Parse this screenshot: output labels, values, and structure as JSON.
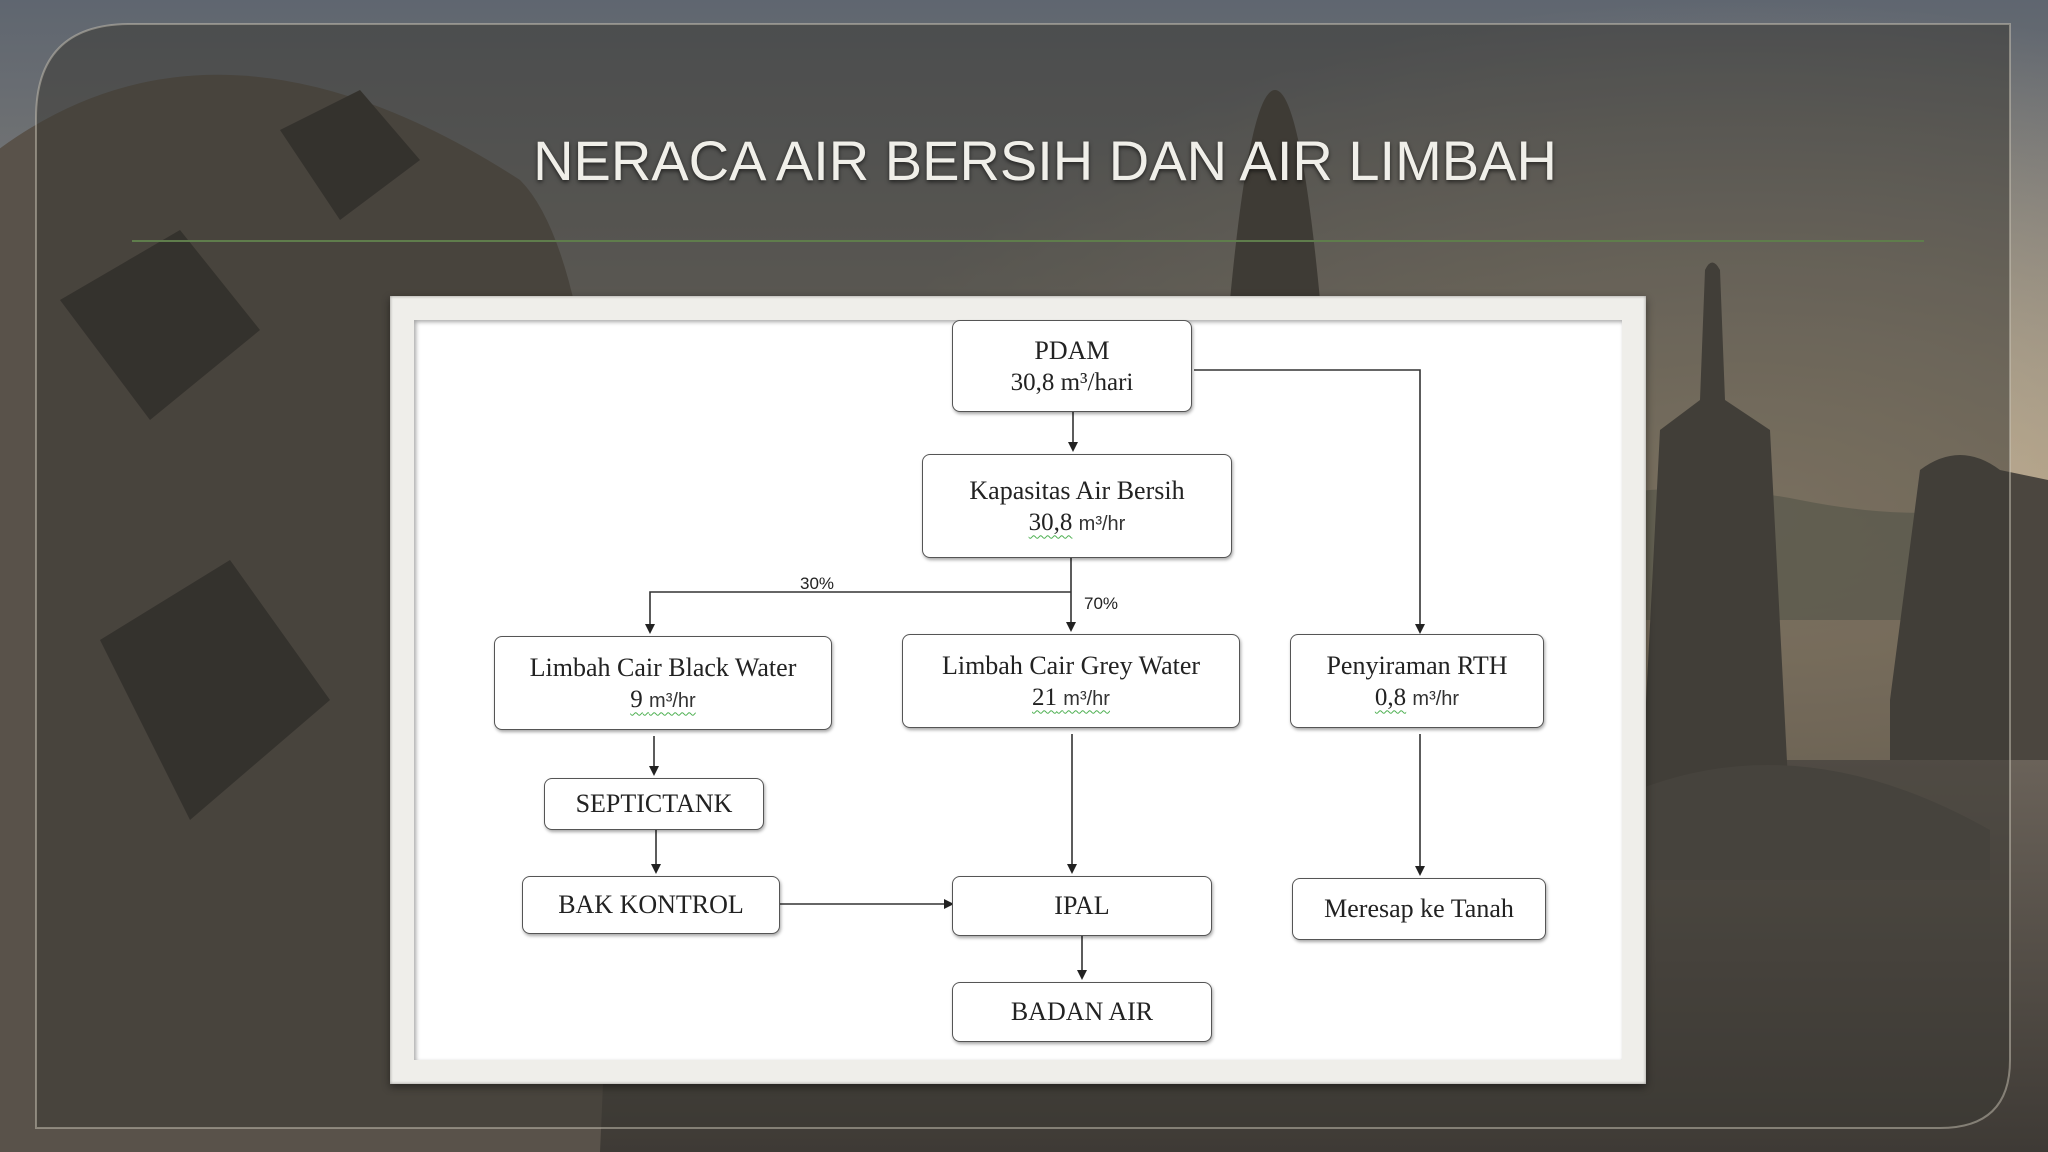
{
  "slide": {
    "title": "NERACA AIR BERSIH DAN AIR LIMBAH"
  },
  "diagram": {
    "nodes": {
      "pdam": {
        "label": "PDAM",
        "value": "30,8",
        "unit": "m³/hari"
      },
      "kapasitas": {
        "label": "Kapasitas Air Bersih",
        "value": "30,8",
        "unit": "m³/hr"
      },
      "black_water": {
        "label": "Limbah Cair Black Water",
        "value": "9",
        "unit": "m³/hr"
      },
      "grey_water": {
        "label": "Limbah Cair Grey Water",
        "value": "21",
        "unit": "m³/hr"
      },
      "penyiraman": {
        "label": "Penyiraman RTH",
        "value": "0,8",
        "unit": "m³/hr"
      },
      "septictank": {
        "label": "SEPTICTANK"
      },
      "bak_kontrol": {
        "label": "BAK KONTROL"
      },
      "ipal": {
        "label": "IPAL"
      },
      "meresap": {
        "label": "Meresap ke Tanah"
      },
      "badan_air": {
        "label": "BADAN AIR"
      }
    },
    "split": {
      "black_pct": "30%",
      "grey_pct": "70%"
    },
    "edges": [
      [
        "pdam",
        "kapasitas"
      ],
      [
        "pdam",
        "penyiraman"
      ],
      [
        "kapasitas",
        "black_water",
        "30%"
      ],
      [
        "kapasitas",
        "grey_water",
        "70%"
      ],
      [
        "black_water",
        "septictank"
      ],
      [
        "septictank",
        "bak_kontrol"
      ],
      [
        "bak_kontrol",
        "ipal"
      ],
      [
        "grey_water",
        "ipal"
      ],
      [
        "penyiraman",
        "meresap"
      ],
      [
        "ipal",
        "badan_air"
      ]
    ]
  }
}
